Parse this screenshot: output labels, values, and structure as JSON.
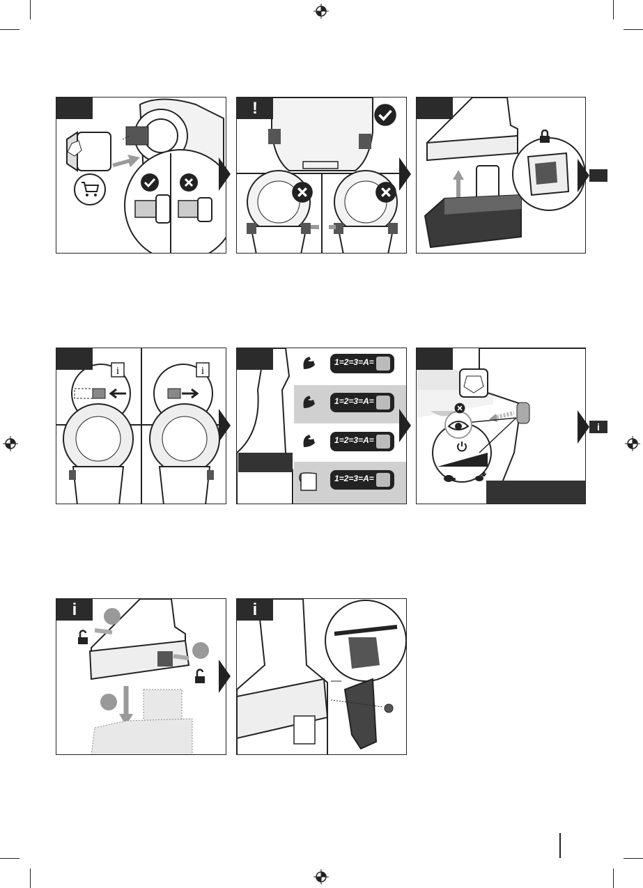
{
  "page": {
    "page_number": ""
  },
  "icons": {
    "info_label": "i",
    "warning_label": "!",
    "check": "check-icon",
    "cross": "cross-icon",
    "lock": "lock-icon",
    "unlock": "unlock-icon",
    "cart": "shopping-cart-icon",
    "eye": "eye-icon",
    "power": "power-icon",
    "turtle": "turtle-icon",
    "rabbit": "rabbit-icon"
  },
  "panel5": {
    "mode_scale": [
      "1",
      "2",
      "3",
      "A"
    ]
  },
  "callouts": {
    "a": "",
    "b": "",
    "c": ""
  },
  "colors": {
    "ink": "#222222",
    "gray": "#9a9a9a",
    "light_gray": "#d0d0d0"
  }
}
